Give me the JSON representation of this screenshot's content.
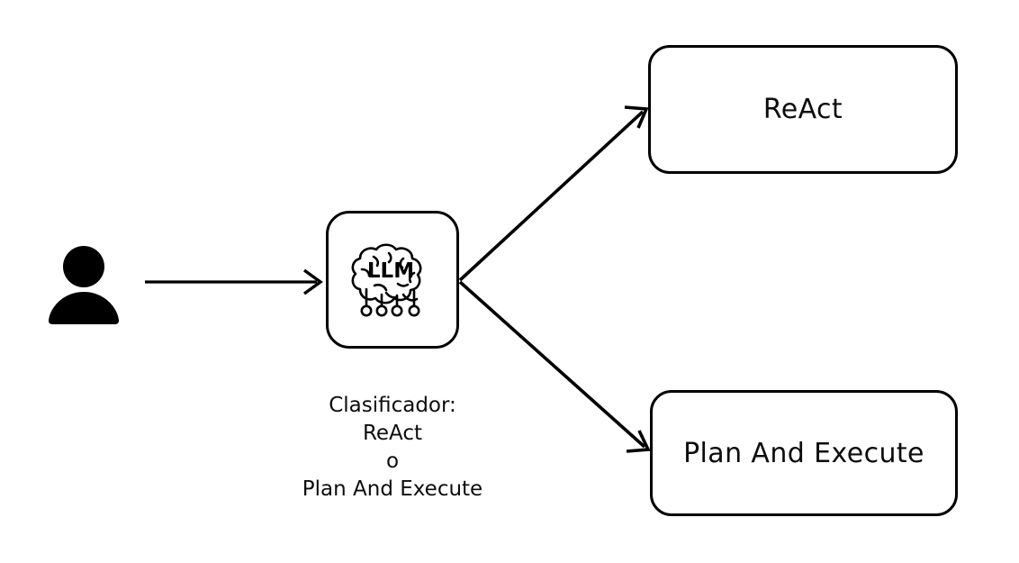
{
  "diagram": {
    "title": "LLM Clasificador routing diagram",
    "background_color": "#ffffff",
    "stroke_color": "#000000",
    "text_color": "#0d0d0d"
  },
  "actors": {
    "user": {
      "icon": "user-person-icon",
      "label": ""
    }
  },
  "nodes": {
    "llm": {
      "icon": "brain-llm-icon",
      "icon_text": "LLM",
      "caption": {
        "line1": "Clasificador:",
        "line2": "ReAct",
        "line3": "o",
        "line4": "Plan And Execute"
      }
    },
    "react": {
      "label": "ReAct"
    },
    "plan_and_execute": {
      "label": "Plan And Execute"
    }
  },
  "edges": [
    {
      "name": "user-to-llm",
      "from": "user",
      "to": "llm",
      "label": "",
      "style": "solid-arrow"
    },
    {
      "name": "llm-to-react",
      "from": "llm",
      "to": "react",
      "label": "",
      "style": "solid-arrow"
    },
    {
      "name": "llm-to-plan",
      "from": "llm",
      "to": "plan_and_execute",
      "label": "",
      "style": "solid-arrow"
    }
  ]
}
